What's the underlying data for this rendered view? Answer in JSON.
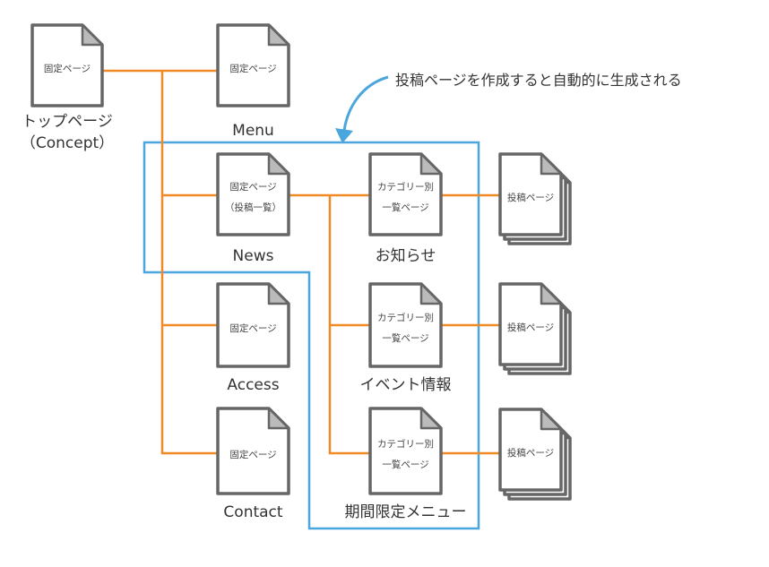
{
  "colors": {
    "connector": "#F08A24",
    "frame": "#4BA6DE",
    "doc_stroke": "#666666",
    "doc_fold": "#BBBBBB",
    "text": "#333333"
  },
  "annotation": "投稿ページを作成すると自動的に生成される",
  "nodes": {
    "top": {
      "doc_lines": [
        "固定ページ"
      ],
      "label_lines": [
        "トップページ",
        "（Concept）"
      ]
    },
    "menu": {
      "doc_lines": [
        "固定ページ"
      ],
      "label_lines": [
        "Menu"
      ]
    },
    "news": {
      "doc_lines": [
        "固定ページ",
        "（投稿一覧）"
      ],
      "label_lines": [
        "News"
      ]
    },
    "access": {
      "doc_lines": [
        "固定ページ"
      ],
      "label_lines": [
        "Access"
      ]
    },
    "contact": {
      "doc_lines": [
        "固定ページ"
      ],
      "label_lines": [
        "Contact"
      ]
    },
    "cat_news": {
      "doc_lines": [
        "カテゴリー別",
        "一覧ページ"
      ],
      "label_lines": [
        "お知らせ"
      ]
    },
    "cat_event": {
      "doc_lines": [
        "カテゴリー別",
        "一覧ページ"
      ],
      "label_lines": [
        "イベント情報"
      ]
    },
    "cat_limited": {
      "doc_lines": [
        "カテゴリー別",
        "一覧ページ"
      ],
      "label_lines": [
        "期間限定メニュー"
      ]
    },
    "posts_1": {
      "doc_lines": [
        "投稿ページ"
      ],
      "label_lines": []
    },
    "posts_2": {
      "doc_lines": [
        "投稿ページ"
      ],
      "label_lines": []
    },
    "posts_3": {
      "doc_lines": [
        "投稿ページ"
      ],
      "label_lines": []
    }
  }
}
